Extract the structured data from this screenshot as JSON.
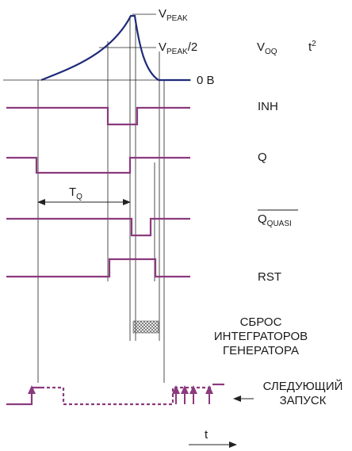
{
  "labels": {
    "vpeak_base": "V",
    "vpeak_sub": "PEAK",
    "vpeak_half_base": "V",
    "vpeak_half_sub": "PEAK",
    "vpeak_half_suffix": "/2",
    "zero_v": "0 В",
    "voq_base": "V",
    "voq_sub": "OQ",
    "t_squared_base": "t",
    "t_squared_sup": "2",
    "inh": "INH",
    "q": "Q",
    "tq_base": "T",
    "tq_sub": "Q",
    "qquasi_base": "Q",
    "qquasi_sub": "QUASI",
    "rst": "RST",
    "reset_line1": "СБРОС",
    "reset_line2": "ИНТЕГРАТОРОВ",
    "reset_line3": "ГЕНЕРАТОРА",
    "next_line1": "СЛЕДУЮЩИЙ",
    "next_line2": "ЗАПУСК",
    "time_axis": "t"
  },
  "colors": {
    "ramp": "#1f2a7a",
    "digital": "#8b3a7e",
    "guide": "#222222",
    "hatch": "#555555"
  }
}
